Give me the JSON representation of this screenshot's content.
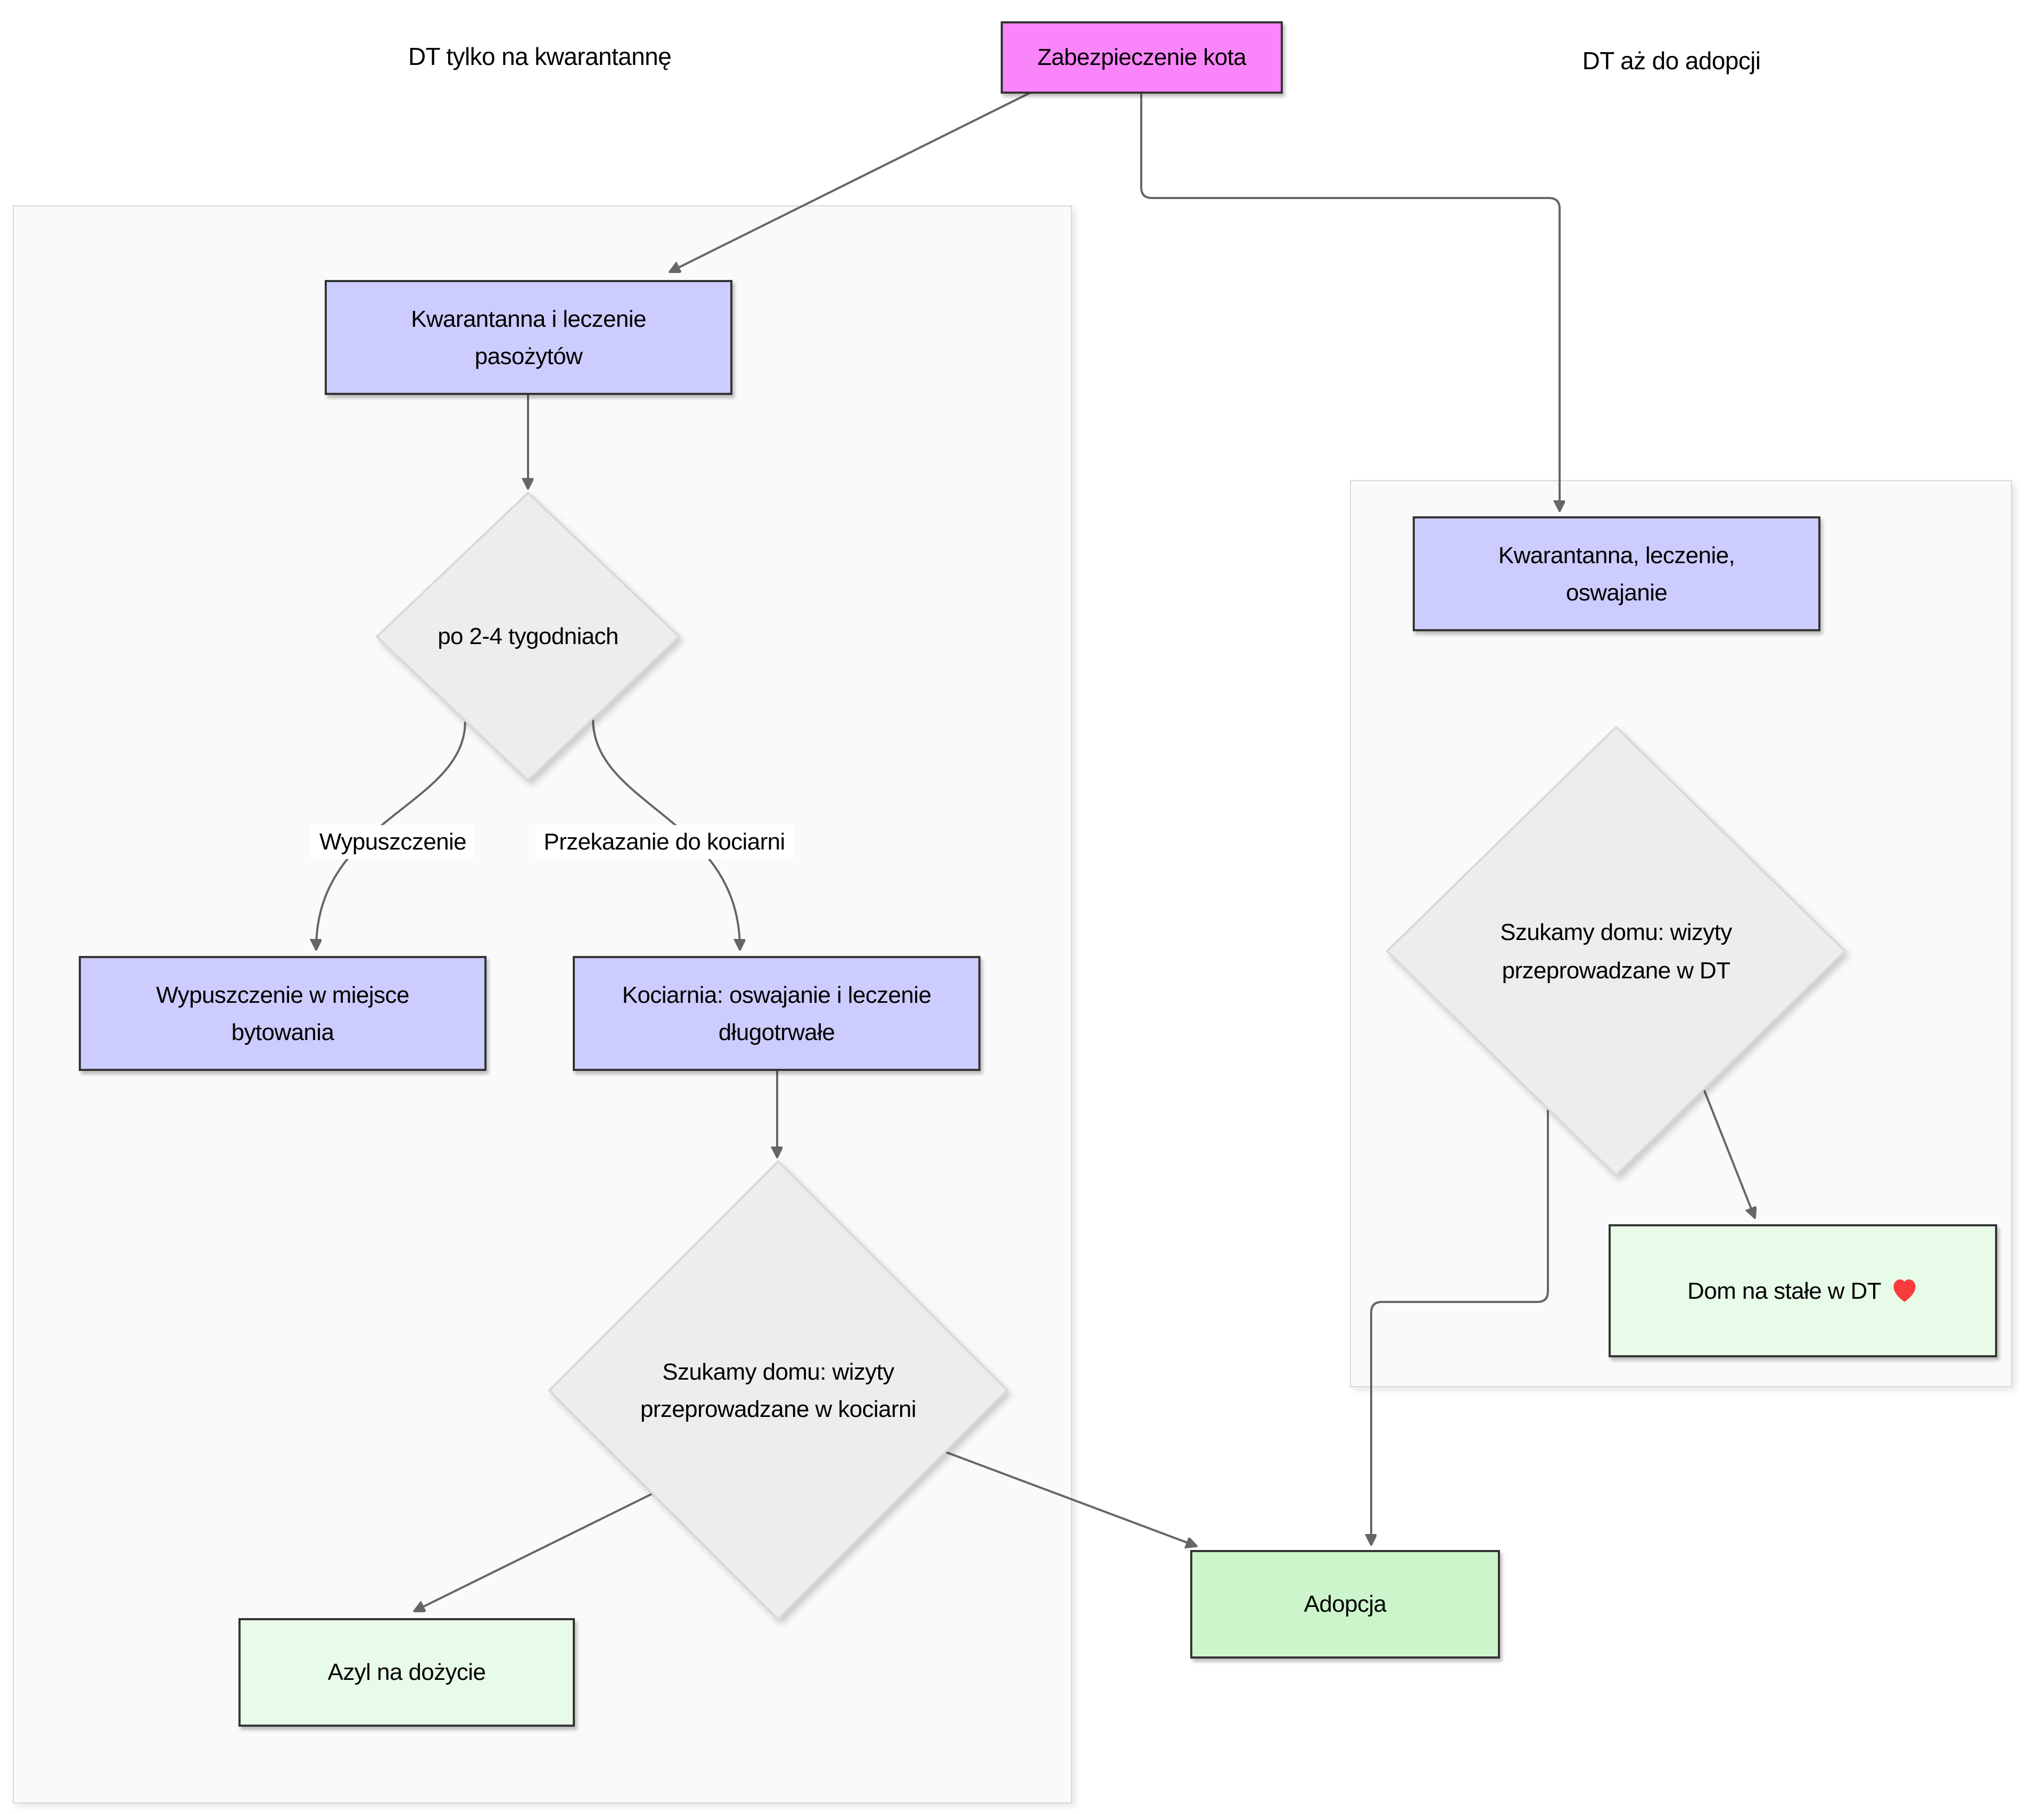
{
  "titles": {
    "left": "DT tylko na kwarantannę",
    "right": "DT aż do adopcji"
  },
  "nodes": {
    "root": "Zabezpieczenie kota",
    "left_quarantine": "Kwarantanna i leczenie pasożytów",
    "left_decision_weeks": "po 2-4 tygodniach",
    "release": "Wypuszczenie w miejsce bytowania",
    "catroom": "Kociarnia: oswajanie i leczenie długotrwałe",
    "left_decision_home": "Szukamy domu: wizyty przeprowadzane w kociarni",
    "asylum": "Azyl na dożycie",
    "right_quarantine": "Kwarantanna, leczenie, oswajanie",
    "right_decision_home": "Szukamy domu: wizyty przeprowadzane w DT",
    "forever_home": "Dom na stałe w DT",
    "adoption": "Adopcja"
  },
  "edge_labels": {
    "release": "Wypuszczenie",
    "transfer": "Przekazanie do kociarni"
  },
  "icons": {
    "heart": "❤️"
  },
  "colors": {
    "pink": "#fa85fa",
    "purple": "#ccccff",
    "green_light": "#e8fbe8",
    "green": "#ccf5cc",
    "diamond": "#ededed",
    "diamond_border": "#d9d9d9",
    "node_border": "#343434",
    "edge": "#666666",
    "cluster_bg": "#fafafa",
    "cluster_border": "#d9d9d9",
    "heart": "#f93b3b"
  }
}
